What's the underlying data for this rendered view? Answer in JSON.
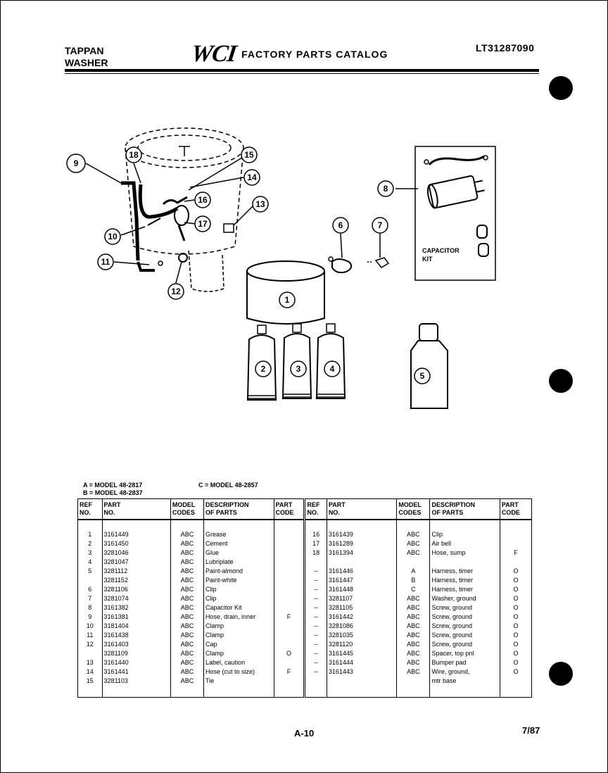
{
  "header": {
    "brand_line1": "TAPPAN",
    "brand_line2": "WASHER",
    "logo": "WCI",
    "catalog_title": "FACTORY PARTS CATALOG",
    "catalog_number": "LT31287090"
  },
  "diagram": {
    "callouts": [
      "9",
      "18",
      "15",
      "14",
      "16",
      "13",
      "10",
      "17",
      "11",
      "12",
      "6",
      "7",
      "8",
      "1",
      "2",
      "3",
      "4",
      "5"
    ],
    "kit_label_line1": "CAPACITOR",
    "kit_label_line2": "KIT"
  },
  "legend": {
    "a": "A = MODEL 48-2817",
    "b": "B = MODEL 48-2837",
    "c": "C = MODEL 48-2857"
  },
  "table": {
    "headers": {
      "ref_1": "REF",
      "ref_2": "NO.",
      "part_1": "PART",
      "part_2": "NO.",
      "model_1": "MODEL",
      "model_2": "CODES",
      "desc_1": "DESCRIPTION",
      "desc_2": "OF PARTS",
      "code_1": "PART",
      "code_2": "CODE"
    },
    "rows": [
      {
        "l": [
          "1",
          "3161449",
          "ABC",
          "Grease",
          ""
        ],
        "r": [
          "16",
          "3161439",
          "ABC",
          "Clip",
          ""
        ]
      },
      {
        "l": [
          "2",
          "3161450",
          "ABC",
          "Cement",
          ""
        ],
        "r": [
          "17",
          "3161289",
          "ABC",
          "Air bell",
          ""
        ]
      },
      {
        "l": [
          "3",
          "3281046",
          "ABC",
          "Glue",
          ""
        ],
        "r": [
          "18",
          "3161394",
          "ABC",
          "Hose, sump",
          "F"
        ]
      },
      {
        "l": [
          "4",
          "3281047",
          "ABC",
          "Lubriplate",
          ""
        ],
        "r": [
          "",
          "",
          "",
          "",
          ""
        ]
      },
      {
        "l": [
          "5",
          "3281112",
          "ABC",
          "Paint-almond",
          ""
        ],
        "r": [
          "--",
          "3161446",
          "A",
          "Harness, timer",
          "O"
        ]
      },
      {
        "l": [
          "",
          "3281152",
          "ABC",
          "Paint-white",
          ""
        ],
        "r": [
          "--",
          "3161447",
          "B",
          "Harness, timer",
          "O"
        ]
      },
      {
        "l": [
          "6",
          "3281106",
          "ABC",
          "Clip",
          ""
        ],
        "r": [
          "--",
          "3161448",
          "C",
          "Harness, timer",
          "O"
        ]
      },
      {
        "l": [
          "7",
          "3281074",
          "ABC",
          "Clip",
          ""
        ],
        "r": [
          "--",
          "3281107",
          "ABC",
          "Washer, ground",
          "O"
        ]
      },
      {
        "l": [
          "8",
          "3161382",
          "ABC",
          "Capacitor Kit",
          ""
        ],
        "r": [
          "--",
          "3281105",
          "ABC",
          "Screw, ground",
          "O"
        ]
      },
      {
        "l": [
          "9",
          "3161381",
          "ABC",
          "Hose, drain, inner",
          "F"
        ],
        "r": [
          "--",
          "3161442",
          "ABC",
          "Screw, ground",
          "O"
        ]
      },
      {
        "l": [
          "10",
          "3181404",
          "ABC",
          "Clamp",
          ""
        ],
        "r": [
          "--",
          "3281086",
          "ABC",
          "Screw, ground",
          "O"
        ]
      },
      {
        "l": [
          "11",
          "3161438",
          "ABC",
          "Clamp",
          ""
        ],
        "r": [
          "--",
          "3281035",
          "ABC",
          "Screw, ground",
          "O"
        ]
      },
      {
        "l": [
          "12",
          "3161403",
          "ABC",
          "Cap",
          ""
        ],
        "r": [
          "--",
          "3281120",
          "ABC",
          "Screw, ground",
          "O"
        ]
      },
      {
        "l": [
          "",
          "3281109",
          "ABC",
          "Clamp",
          "O"
        ],
        "r": [
          "--",
          "3161445",
          "ABC",
          "Spacer, top pnl",
          "O"
        ]
      },
      {
        "l": [
          "13",
          "3161440",
          "ABC",
          "Label, caution",
          ""
        ],
        "r": [
          "--",
          "3161444",
          "ABC",
          "Bumper pad",
          "O"
        ]
      },
      {
        "l": [
          "14",
          "3161441",
          "ABC",
          "Hose (cut to size)",
          "F"
        ],
        "r": [
          "--",
          "3161443",
          "ABC",
          "Wire, ground,",
          "O"
        ]
      },
      {
        "l": [
          "15",
          "3281103",
          "ABC",
          "Tie",
          ""
        ],
        "r": [
          "",
          "",
          "",
          "mtr base",
          ""
        ]
      }
    ]
  },
  "footer": {
    "page": "A-10",
    "date": "7/87"
  }
}
